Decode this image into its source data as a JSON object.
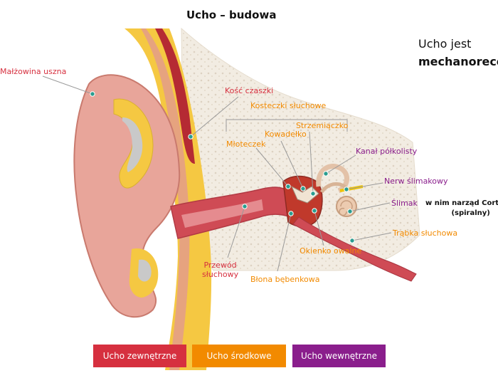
{
  "title": "Ucho – budowa",
  "side_text": {
    "line1": "Ucho jest",
    "line2": "mechanorece"
  },
  "note": {
    "line1": "w nim narząd Cortiego",
    "line2": "(spiralny)"
  },
  "labels": {
    "malzowina": "Małżowina uszna",
    "kosc": "Kość czaszki",
    "kosteczki": "Kosteczki słuchowe",
    "kowadelko": "Kowadełko",
    "strzemiaczko": "Strzemiączko",
    "mloteczek": "Młoteczek",
    "kanal": "Kanał półkolisty",
    "nerw": "Nerw ślimakowy",
    "slimak": "Ślimak",
    "trabka": "Trąbka słuchowa",
    "okienko": "Okienko owalne",
    "blona": "Błona bębenkowa",
    "przewod_1": "Przewód",
    "przewod_2": "słuchowy"
  },
  "legend": [
    {
      "label": "Ucho zewnętrzne",
      "color": "#d6303f"
    },
    {
      "label": "Ucho środkowe",
      "color": "#f28a00"
    },
    {
      "label": "Ucho wewnętrzne",
      "color": "#8a1e8c"
    }
  ],
  "colors": {
    "red": "#d6303f",
    "orange": "#f28a00",
    "purple": "#8a1e8c",
    "skin": "#e8a59a",
    "fat": "#f5c842",
    "bone": "#f2ece2",
    "canal": "#cf4b55",
    "cartilage": "#c9c9c9",
    "marker": "#2a9d8f"
  }
}
